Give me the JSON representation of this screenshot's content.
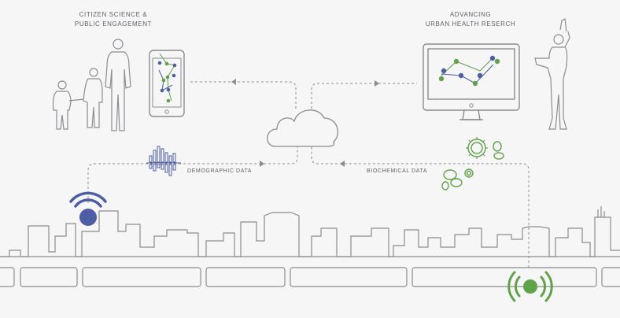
{
  "labels": {
    "citizen_line1": "CITIZEN SCIENCE &",
    "citizen_line2": "PUBLIC ENGAGEMENT",
    "urban_line1": "ADVANCING",
    "urban_line2": "URBAN HEALTH RESERCH",
    "demographic": "DEMOGRAPHIC DATA",
    "biochemical": "BIOCHEMICAL DATA"
  },
  "icons": {
    "people": "family-silhouette-icon",
    "phone": "smartphone-icon",
    "cloud": "cloud-icon",
    "monitor": "desktop-monitor-icon",
    "researcher": "researcher-silhouette-icon",
    "blue_sensor": "wifi-sensor-icon",
    "green_sensor": "wifi-sensor-icon",
    "bars": "bar-histogram-icon",
    "microbes": "microbe-icon"
  },
  "colors": {
    "blue": "#4d5ea6",
    "green": "#5fa348",
    "line": "#8a8c90",
    "background": "#f6f6f7"
  }
}
